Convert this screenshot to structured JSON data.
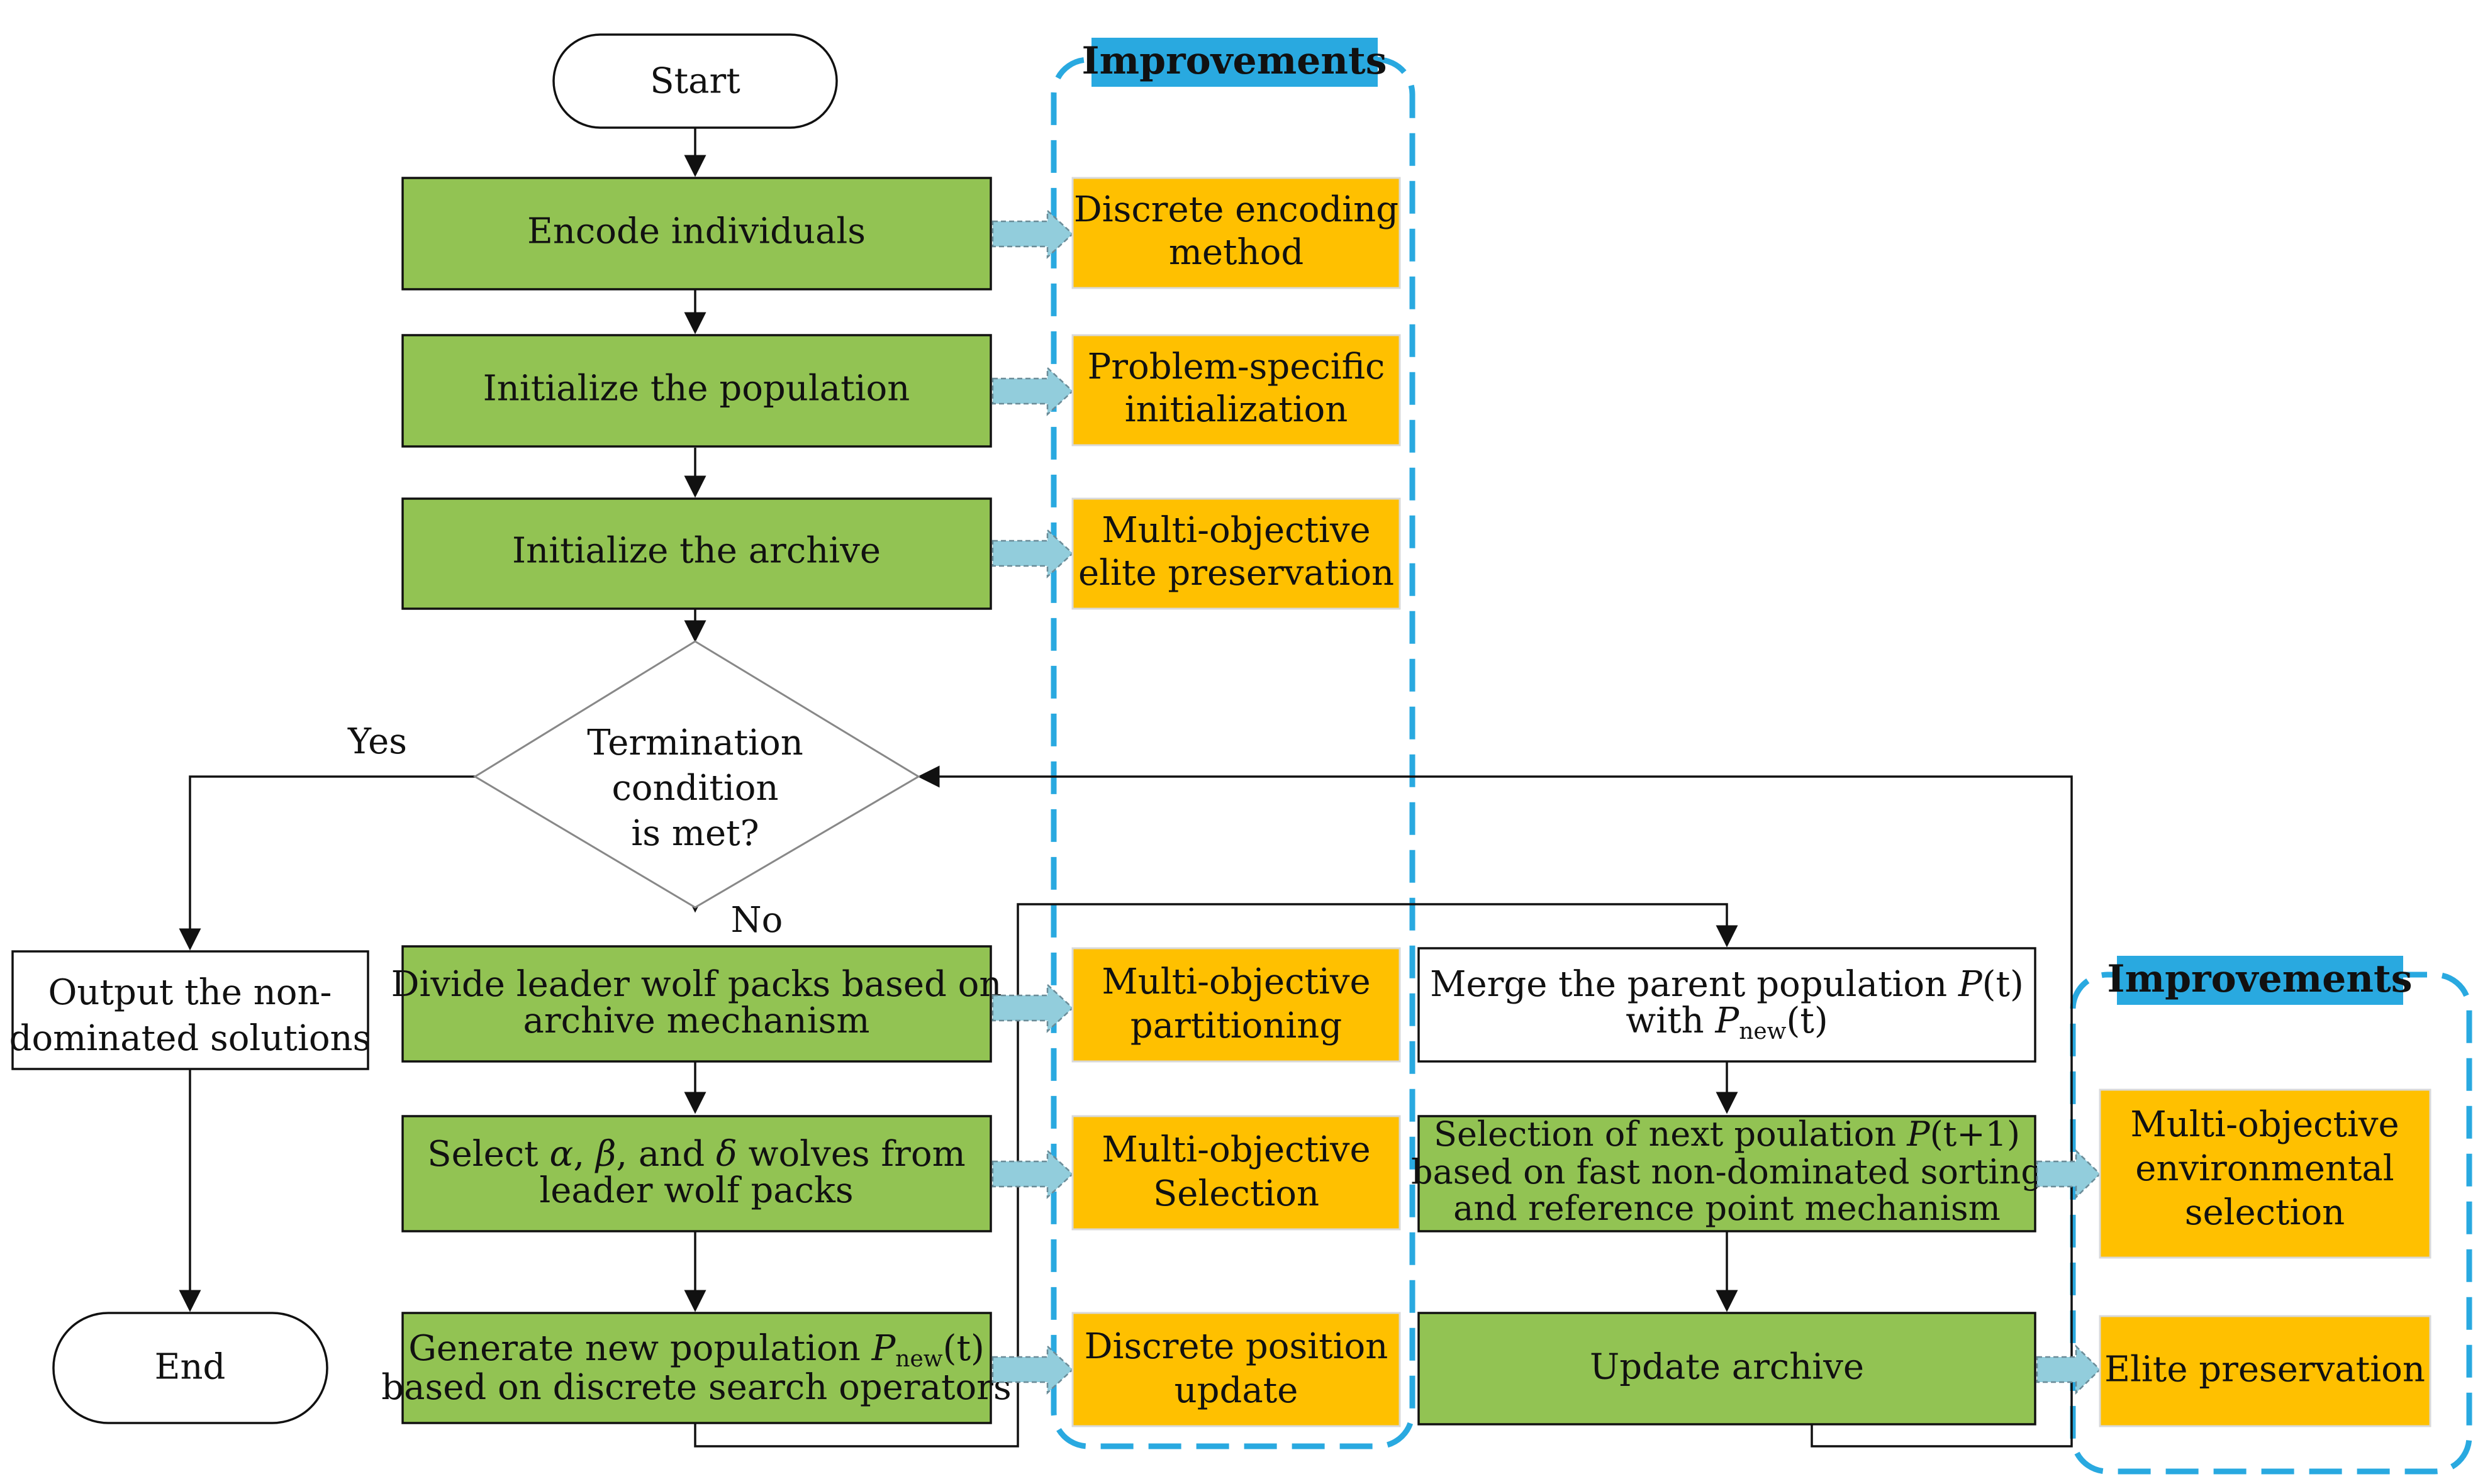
{
  "colors": {
    "process_fill": "#92c353",
    "improvement_fill": "#ffc000",
    "header_fill": "#29a9e0",
    "dashed_border": "#29a9e0",
    "block_arrow_fill": "#92cddc",
    "line": "#111111"
  },
  "header_left": "Improvements",
  "header_right": "Improvements",
  "start": "Start",
  "end": "End",
  "encode": "Encode individuals",
  "init_population": "Initialize the population",
  "init_archive": "Initialize the archive",
  "decision": {
    "l1": "Termination",
    "l2": "condition",
    "l3": "is met?"
  },
  "yes_label": "Yes",
  "no_label": "No",
  "output": {
    "l1": "Output the non-",
    "l2": "dominated solutions"
  },
  "divide": {
    "l1": "Divide leader wolf packs based on",
    "l2": "archive mechanism"
  },
  "select": {
    "l1a": "Select ",
    "alpha": "α",
    "c1": ", ",
    "beta": "β",
    "c2": ", and ",
    "delta": "δ",
    "l1b": " wolves from",
    "l2": "leader wolf packs"
  },
  "generate": {
    "l1a": "Generate new population ",
    "P": "P",
    "sub": "new",
    "t": "(t)",
    "l2": "based on discrete search operators"
  },
  "merge": {
    "l1a": "Merge the parent population ",
    "P": "P",
    "t": "(t)",
    "l2a": "with ",
    "P2": "P",
    "sub": "new",
    "t2": "(t)"
  },
  "next_pop": {
    "l1a": "Selection of next poulation ",
    "P": "P",
    "t": "(t+1)",
    "l2": "based on fast non-dominated sorting",
    "l3": "and reference point mechanism"
  },
  "update_archive": "Update archive",
  "improvements_left": [
    {
      "l1": "Discrete encoding",
      "l2": "method"
    },
    {
      "l1": "Problem-specific",
      "l2": "initialization"
    },
    {
      "l1": "Multi-objective",
      "l2": "elite preservation"
    },
    {
      "l1": "Multi-objective",
      "l2": "partitioning"
    },
    {
      "l1": "Multi-objective",
      "l2": "Selection"
    },
    {
      "l1": "Discrete position",
      "l2": "update"
    }
  ],
  "improvements_right": [
    {
      "l1": "Multi-objective",
      "l2": "environmental",
      "l3": "selection"
    },
    {
      "l1": "Elite preservation"
    }
  ]
}
